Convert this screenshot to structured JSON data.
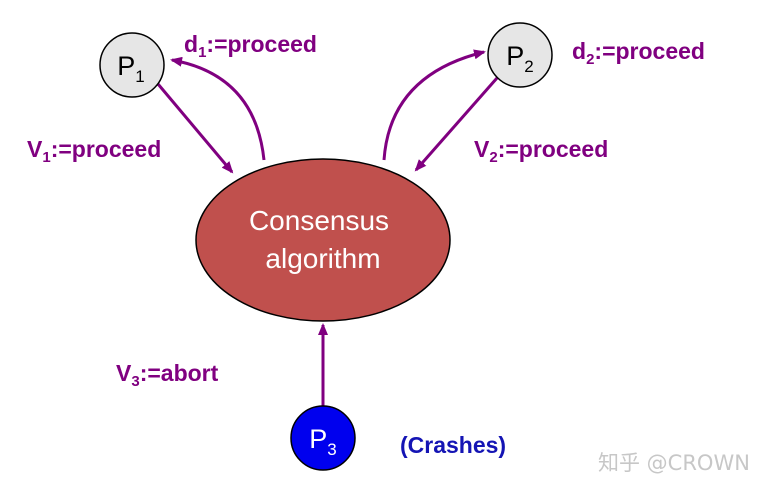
{
  "diagram": {
    "center": {
      "line1": "Consensus",
      "line2": "algorithm"
    },
    "nodes": {
      "p1": {
        "letter": "P",
        "index": "1"
      },
      "p2": {
        "letter": "P",
        "index": "2"
      },
      "p3": {
        "letter": "P",
        "index": "3"
      }
    },
    "labels": {
      "d1": {
        "var": "d",
        "index": "1",
        "text": ":=proceed"
      },
      "d2": {
        "var": "d",
        "index": "2",
        "text": ":=proceed"
      },
      "v1": {
        "var": "V",
        "index": "1",
        "text": ":=proceed"
      },
      "v2": {
        "var": "V",
        "index": "2",
        "text": ":=proceed"
      },
      "v3": {
        "var": "V",
        "index": "3",
        "text": ":=abort"
      }
    },
    "crash_note": "(Crashes)"
  },
  "watermark": "知乎 @CROWN",
  "colors": {
    "edge": "#800080",
    "center_fill": "#c0504d",
    "process_fill": "#e6e6e6",
    "crashed_fill": "#0000ee",
    "crash_text": "#1414b4"
  }
}
